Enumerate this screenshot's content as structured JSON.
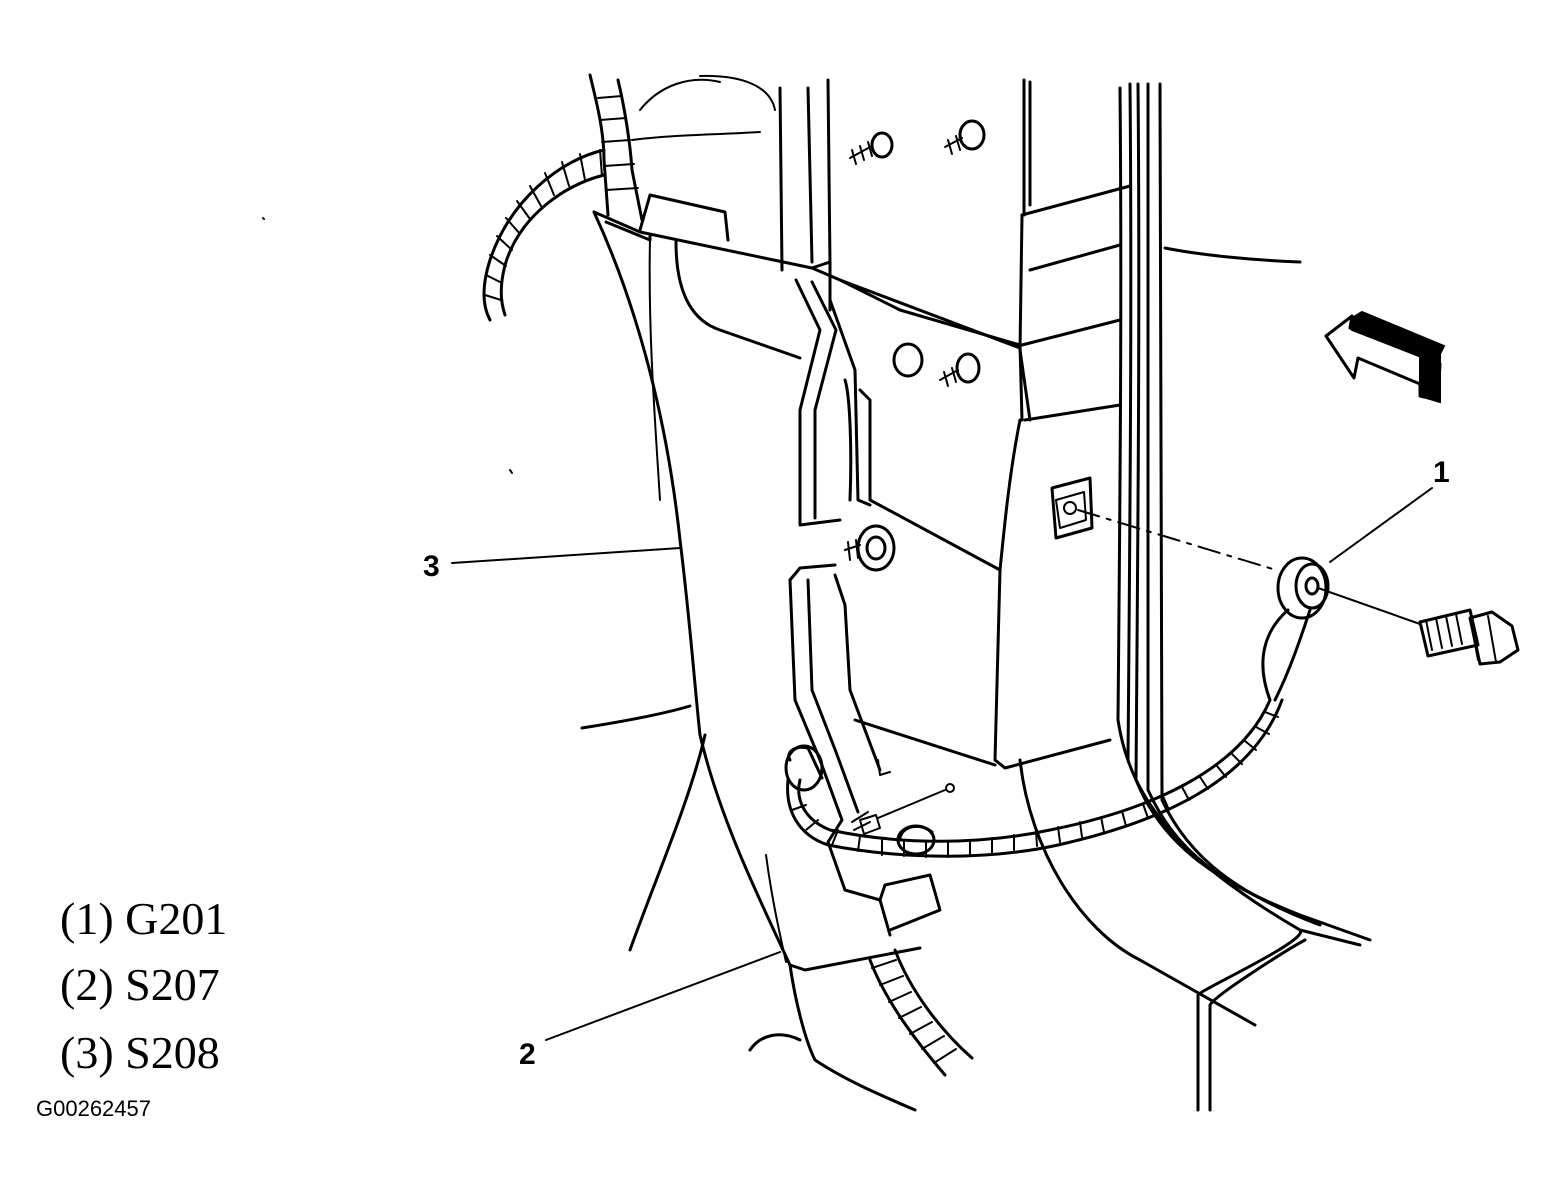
{
  "callouts": [
    {
      "number": "1"
    },
    {
      "number": "2"
    },
    {
      "number": "3"
    }
  ],
  "legend": [
    {
      "text": "(1) G201"
    },
    {
      "text": "(2) S207"
    },
    {
      "text": "(3) S208"
    }
  ],
  "figure_id": "G00262457",
  "icons": {
    "direction_arrow": "direction-arrow-icon",
    "ground_bolt": "bolt-icon"
  }
}
